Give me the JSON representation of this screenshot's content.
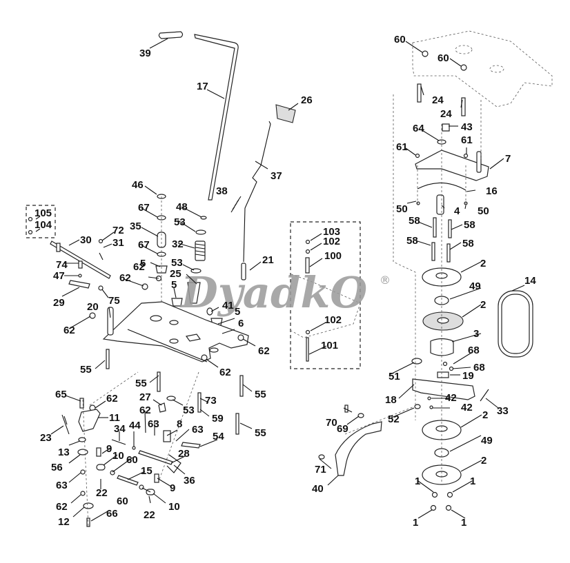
{
  "watermark": {
    "text": "DyadkO",
    "mark": "®",
    "color": "#9a9a9a"
  },
  "diagram": {
    "title": "Transmission / belt drive exploded parts diagram",
    "callouts": [
      {
        "id": "c39",
        "label": "39"
      },
      {
        "id": "c17",
        "label": "17"
      },
      {
        "id": "c26",
        "label": "26"
      },
      {
        "id": "c37",
        "label": "37"
      },
      {
        "id": "c38",
        "label": "38"
      },
      {
        "id": "c46",
        "label": "46"
      },
      {
        "id": "c48",
        "label": "48"
      },
      {
        "id": "c67a",
        "label": "67"
      },
      {
        "id": "c53a",
        "label": "53"
      },
      {
        "id": "c35",
        "label": "35"
      },
      {
        "id": "c32",
        "label": "32"
      },
      {
        "id": "c67b",
        "label": "67"
      },
      {
        "id": "c53b",
        "label": "53"
      },
      {
        "id": "c5a",
        "label": "5"
      },
      {
        "id": "c25",
        "label": "25"
      },
      {
        "id": "c62a",
        "label": "62"
      },
      {
        "id": "c62b",
        "label": "62"
      },
      {
        "id": "c5b",
        "label": "5"
      },
      {
        "id": "c21",
        "label": "21"
      },
      {
        "id": "c41",
        "label": "41"
      },
      {
        "id": "c5c",
        "label": "5"
      },
      {
        "id": "c6",
        "label": "6"
      },
      {
        "id": "c62c",
        "label": "62"
      },
      {
        "id": "c62d",
        "label": "62"
      },
      {
        "id": "c62e",
        "label": "62"
      },
      {
        "id": "c20",
        "label": "20"
      },
      {
        "id": "c55a",
        "label": "55"
      },
      {
        "id": "c105",
        "label": "105"
      },
      {
        "id": "c104",
        "label": "104"
      },
      {
        "id": "c30",
        "label": "30"
      },
      {
        "id": "c72",
        "label": "72"
      },
      {
        "id": "c31",
        "label": "31"
      },
      {
        "id": "c74",
        "label": "74"
      },
      {
        "id": "c47",
        "label": "47"
      },
      {
        "id": "c29",
        "label": "29"
      },
      {
        "id": "c75",
        "label": "75"
      },
      {
        "id": "c55b",
        "label": "55"
      },
      {
        "id": "c65",
        "label": "65"
      },
      {
        "id": "c62f",
        "label": "62"
      },
      {
        "id": "c11",
        "label": "11"
      },
      {
        "id": "c23",
        "label": "23"
      },
      {
        "id": "c13",
        "label": "13"
      },
      {
        "id": "c56",
        "label": "56"
      },
      {
        "id": "c63a",
        "label": "63"
      },
      {
        "id": "c62g",
        "label": "62"
      },
      {
        "id": "c12",
        "label": "12"
      },
      {
        "id": "c66",
        "label": "66"
      },
      {
        "id": "c34",
        "label": "34"
      },
      {
        "id": "c44",
        "label": "44"
      },
      {
        "id": "c9a",
        "label": "9"
      },
      {
        "id": "c10a",
        "label": "10"
      },
      {
        "id": "c60a",
        "label": "60"
      },
      {
        "id": "c22a",
        "label": "22"
      },
      {
        "id": "c15",
        "label": "15"
      },
      {
        "id": "c60b",
        "label": "60"
      },
      {
        "id": "c22b",
        "label": "22"
      },
      {
        "id": "c10b",
        "label": "10"
      },
      {
        "id": "c9b",
        "label": "9"
      },
      {
        "id": "c27",
        "label": "27"
      },
      {
        "id": "c62h",
        "label": "62"
      },
      {
        "id": "c63b",
        "label": "63"
      },
      {
        "id": "c8",
        "label": "8"
      },
      {
        "id": "c63c",
        "label": "63"
      },
      {
        "id": "c54",
        "label": "54"
      },
      {
        "id": "c28",
        "label": "28"
      },
      {
        "id": "c36",
        "label": "36"
      },
      {
        "id": "c53c",
        "label": "53"
      },
      {
        "id": "c73",
        "label": "73"
      },
      {
        "id": "c59",
        "label": "59"
      },
      {
        "id": "c55c",
        "label": "55"
      },
      {
        "id": "c55d",
        "label": "55"
      },
      {
        "id": "c103",
        "label": "103"
      },
      {
        "id": "c102a",
        "label": "102"
      },
      {
        "id": "c100",
        "label": "100"
      },
      {
        "id": "c102b",
        "label": "102"
      },
      {
        "id": "c101",
        "label": "101"
      },
      {
        "id": "c60c",
        "label": "60"
      },
      {
        "id": "c60d",
        "label": "60"
      },
      {
        "id": "c24a",
        "label": "24"
      },
      {
        "id": "c24b",
        "label": "24"
      },
      {
        "id": "c64",
        "label": "64"
      },
      {
        "id": "c43",
        "label": "43"
      },
      {
        "id": "c61a",
        "label": "61"
      },
      {
        "id": "c61b",
        "label": "61"
      },
      {
        "id": "c7",
        "label": "7"
      },
      {
        "id": "c16",
        "label": "16"
      },
      {
        "id": "c50a",
        "label": "50"
      },
      {
        "id": "c4",
        "label": "4"
      },
      {
        "id": "c50b",
        "label": "50"
      },
      {
        "id": "c58a",
        "label": "58"
      },
      {
        "id": "c58b",
        "label": "58"
      },
      {
        "id": "c58c",
        "label": "58"
      },
      {
        "id": "c58d",
        "label": "58"
      },
      {
        "id": "c2a",
        "label": "2"
      },
      {
        "id": "c14",
        "label": "14"
      },
      {
        "id": "c49a",
        "label": "49"
      },
      {
        "id": "c2b",
        "label": "2"
      },
      {
        "id": "c3",
        "label": "3"
      },
      {
        "id": "c68a",
        "label": "68"
      },
      {
        "id": "c68b",
        "label": "68"
      },
      {
        "id": "c51",
        "label": "51"
      },
      {
        "id": "c19",
        "label": "19"
      },
      {
        "id": "c18",
        "label": "18"
      },
      {
        "id": "c42a",
        "label": "42"
      },
      {
        "id": "c42b",
        "label": "42"
      },
      {
        "id": "c33",
        "label": "33"
      },
      {
        "id": "c70",
        "label": "70"
      },
      {
        "id": "c69",
        "label": "69"
      },
      {
        "id": "c52",
        "label": "52"
      },
      {
        "id": "c2c",
        "label": "2"
      },
      {
        "id": "c49b",
        "label": "49"
      },
      {
        "id": "c71",
        "label": "71"
      },
      {
        "id": "c40",
        "label": "40"
      },
      {
        "id": "c2d",
        "label": "2"
      },
      {
        "id": "c1a",
        "label": "1"
      },
      {
        "id": "c1b",
        "label": "1"
      },
      {
        "id": "c1c",
        "label": "1"
      },
      {
        "id": "c1d",
        "label": "1"
      }
    ]
  }
}
